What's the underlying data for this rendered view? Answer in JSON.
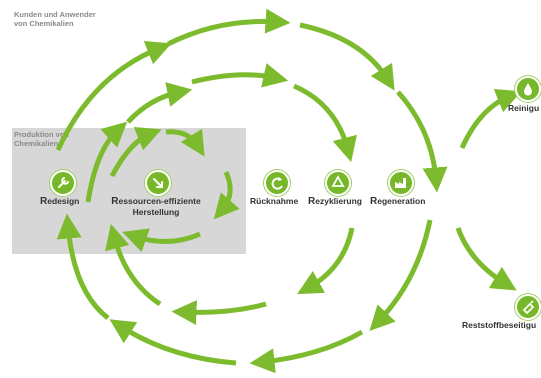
{
  "colors": {
    "arrow": "#7dbb2e",
    "icon_bg": "#76b82a",
    "box_bg": "#d7d7d7",
    "label": "#333333",
    "region_label": "#8a8a8a"
  },
  "regions": {
    "outer": {
      "line1": "Kunden und Anwender",
      "line2": "von Chemikalien"
    },
    "inner": {
      "line1": "Produktion von",
      "line2": "Chemikalien"
    }
  },
  "nodes": [
    {
      "id": "redesign",
      "icon": "wrench-icon",
      "first_letter": "R",
      "rest": "edesign",
      "line2": ""
    },
    {
      "id": "ressourcen",
      "icon": "arrow-down-right-icon",
      "first_letter": "R",
      "rest": "essourcen-effiziente",
      "line2": "Herstellung"
    },
    {
      "id": "ruecknahme",
      "icon": "circular-arrow-icon",
      "first_letter": "",
      "rest": "Rücknahme",
      "line2": ""
    },
    {
      "id": "rezyklierung",
      "icon": "recycle-icon",
      "first_letter": "R",
      "rest": "ezyklierung",
      "line2": ""
    },
    {
      "id": "regeneration",
      "icon": "factory-icon",
      "first_letter": "R",
      "rest": "egeneration",
      "line2": ""
    },
    {
      "id": "reinigung",
      "icon": "droplet-icon",
      "first_letter": "",
      "rest": "Reinigu",
      "line2": ""
    },
    {
      "id": "reststoff",
      "icon": "disposal-icon",
      "first_letter": "",
      "rest": "Reststoffbeseitigu",
      "line2": ""
    }
  ]
}
